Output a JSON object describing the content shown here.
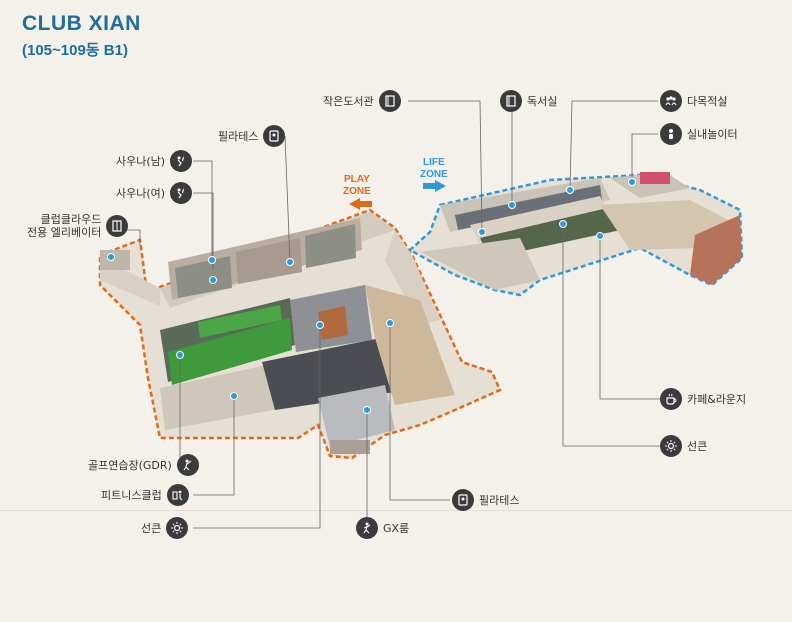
{
  "title": {
    "name": "CLUB XIAN",
    "subtitle": "(105~109동 B1)"
  },
  "zones": {
    "play": {
      "line1": "PLAY",
      "line2": "ZONE",
      "color": "#e06a1b"
    },
    "life": {
      "line1": "LIFE",
      "line2": "ZONE",
      "color": "#2f9bd6"
    }
  },
  "labels": {
    "small_library": "작은도서관",
    "pilates_top": "필라테스",
    "sauna_male": "사우나(남)",
    "sauna_female": "사우나(여)",
    "elevator_line1": "클럽클라우드",
    "elevator_line2": "전용 엘리베이터",
    "reading_room": "독서실",
    "multipurpose_room": "다목적실",
    "indoor_playground": "실내놀이터",
    "cafe_lounge": "카페&라운지",
    "sunken_right": "선큰",
    "golf_range": "골프연습장(GDR)",
    "fitness_club": "피트니스클럽",
    "sunken_left": "선큰",
    "gx_room": "GX룸",
    "pilates_bottom": "필라테스"
  },
  "icons": {
    "small_library": "book-icon",
    "pilates_top": "pilates-icon",
    "sauna_male": "sauna-icon",
    "sauna_female": "sauna-icon",
    "elevator": "elevator-icon",
    "reading_room": "book-icon",
    "multipurpose_room": "people-icon",
    "indoor_playground": "child-icon",
    "cafe_lounge": "coffee-icon",
    "sunken": "sun-icon",
    "golf_range": "golf-icon",
    "fitness_club": "fitness-icon",
    "gx_room": "dance-icon"
  },
  "colors": {
    "title": "#1d6f9a",
    "play_outline": "#e06a1b",
    "life_outline": "#2f9bd6",
    "icon_bg": "#3b3b3b",
    "marker": "#2f9bd6"
  }
}
